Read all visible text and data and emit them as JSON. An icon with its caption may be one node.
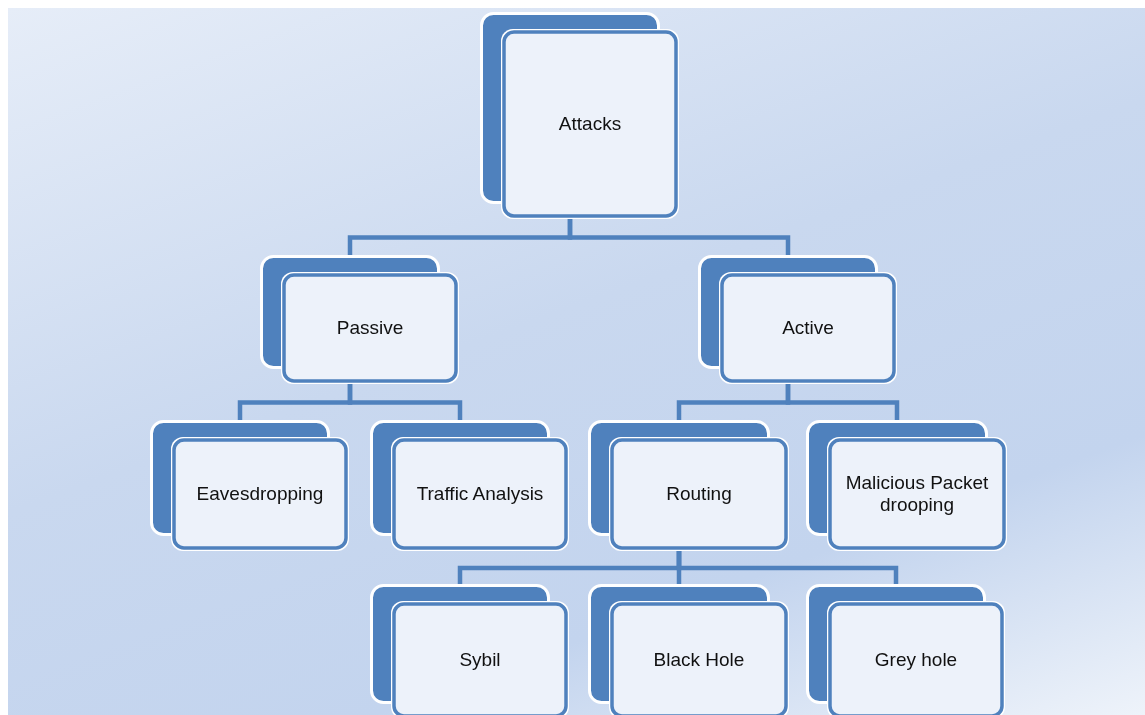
{
  "diagram": {
    "nodes": [
      {
        "text": [
          "Attacks"
        ]
      },
      {
        "text": [
          "Passive"
        ]
      },
      {
        "text": [
          "Active"
        ]
      },
      {
        "text": [
          "Eavesdropping"
        ]
      },
      {
        "text": [
          "Traffic Analysis"
        ]
      },
      {
        "text": [
          "Routing"
        ]
      },
      {
        "text": [
          "Malicious Packet drooping"
        ]
      },
      {
        "text": [
          "Sybil"
        ]
      },
      {
        "text": [
          "Black Hole"
        ]
      },
      {
        "text": [
          "Grey hole"
        ]
      }
    ],
    "edges": [
      {
        "from": 0,
        "to": 1,
        "arrow": "none"
      },
      {
        "from": 0,
        "to": 2,
        "arrow": "none"
      },
      {
        "from": 1,
        "to": 3,
        "arrow": "none"
      },
      {
        "from": 1,
        "to": 4,
        "arrow": "none"
      },
      {
        "from": 2,
        "to": 5,
        "arrow": "none"
      },
      {
        "from": 2,
        "to": 6,
        "arrow": "none"
      },
      {
        "from": 5,
        "to": 7,
        "arrow": "none"
      },
      {
        "from": 5,
        "to": 8,
        "arrow": "none"
      },
      {
        "from": 5,
        "to": 9,
        "arrow": "none"
      }
    ]
  }
}
